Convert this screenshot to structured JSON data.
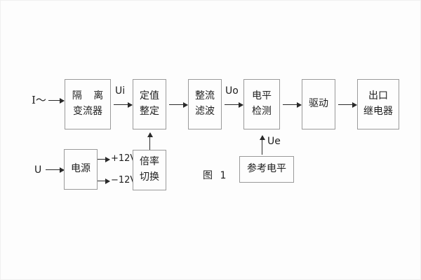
{
  "figure": {
    "caption": "图 1",
    "accent_color": "#2a2a2a",
    "box_border_color": "#9a9a9a",
    "background_color": "#fdfdfd"
  },
  "blocks": [
    {
      "id": "isolation-converter",
      "line1": "隔 离",
      "line2": "变流器"
    },
    {
      "id": "setting-value",
      "line1": "定值",
      "line2": "整定"
    },
    {
      "id": "rectify-filter",
      "line1": "整流",
      "line2": "滤波"
    },
    {
      "id": "level-detect",
      "line1": "电平",
      "line2": "检测"
    },
    {
      "id": "drive",
      "line1": "驱动",
      "line2": ""
    },
    {
      "id": "output-relay",
      "line1": "出口",
      "line2": "继电器"
    },
    {
      "id": "power-supply",
      "line1": "电源",
      "line2": ""
    },
    {
      "id": "multiplier-switch",
      "line1": "倍率",
      "line2": "切换"
    },
    {
      "id": "reference-level",
      "line1": "参考电平",
      "line2": ""
    }
  ],
  "signals": {
    "current_input": "I～",
    "voltage_input": "U",
    "ui": "Ui",
    "uo": "Uo",
    "ue": "Ue",
    "rail_positive": "+12V",
    "rail_negative": "−12V"
  }
}
